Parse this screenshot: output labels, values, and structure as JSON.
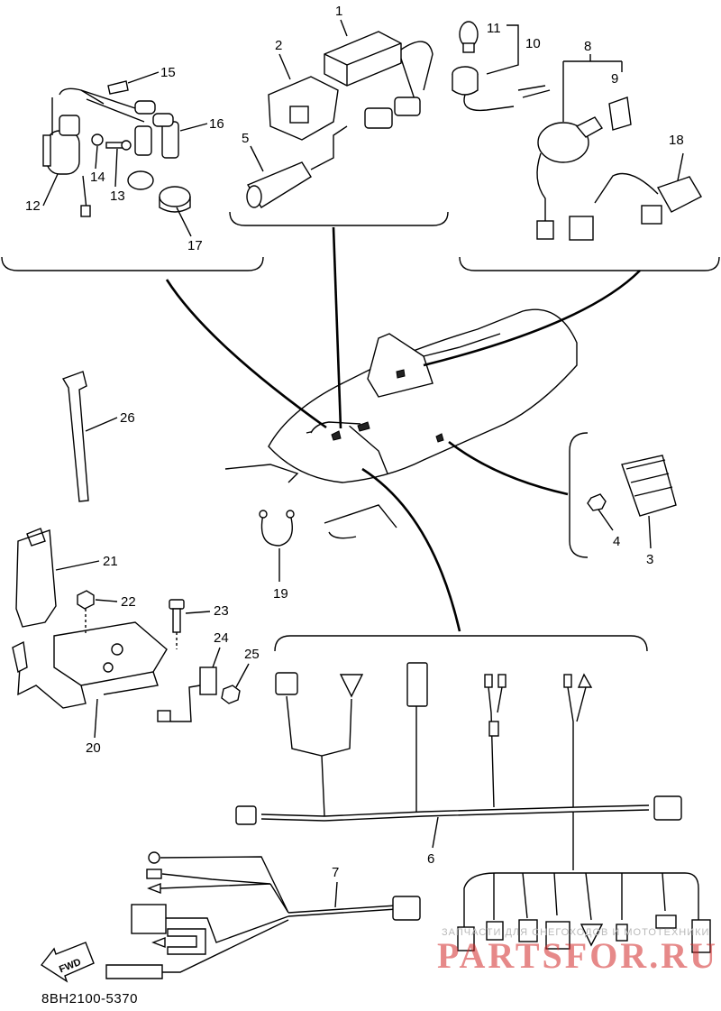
{
  "diagram": {
    "part_labels": [
      "1",
      "2",
      "3",
      "4",
      "5",
      "6",
      "7",
      "8",
      "9",
      "10",
      "11",
      "12",
      "13",
      "14",
      "15",
      "16",
      "17",
      "18",
      "19",
      "20",
      "21",
      "22",
      "23",
      "24",
      "25",
      "26"
    ],
    "direction_arrow": "FWD",
    "drawing_code": "8BH2100-5370"
  },
  "watermark": {
    "line": "ЗАПЧАСТИ ДЛЯ СНЕГОХОДОВ И МОТОТЕХНИКИ",
    "brand": "PARTSFOR.RU",
    "color": "#d22828"
  }
}
